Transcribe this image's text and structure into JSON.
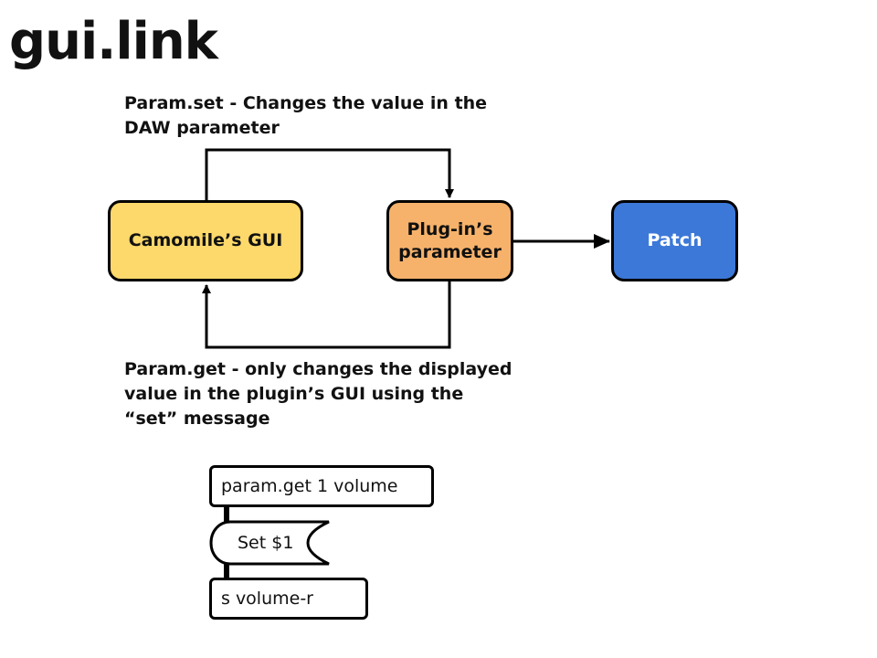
{
  "title": "gui.link",
  "captions": {
    "param_set": "Param.set - Changes the value in the DAW parameter",
    "param_get": "Param.get - only changes the displayed value in the plugin’s GUI using the “set” message"
  },
  "nodes": {
    "gui": {
      "label": "Camomile’s GUI",
      "color": "#FCD96A"
    },
    "param": {
      "label": "Plug-in’s parameter",
      "color": "#F6B26B"
    },
    "patch": {
      "label": "Patch",
      "color": "#3C78D8"
    }
  },
  "pd_objects": {
    "param_get": "param.get 1 volume",
    "message": "Set $1",
    "send": "s volume-r"
  }
}
